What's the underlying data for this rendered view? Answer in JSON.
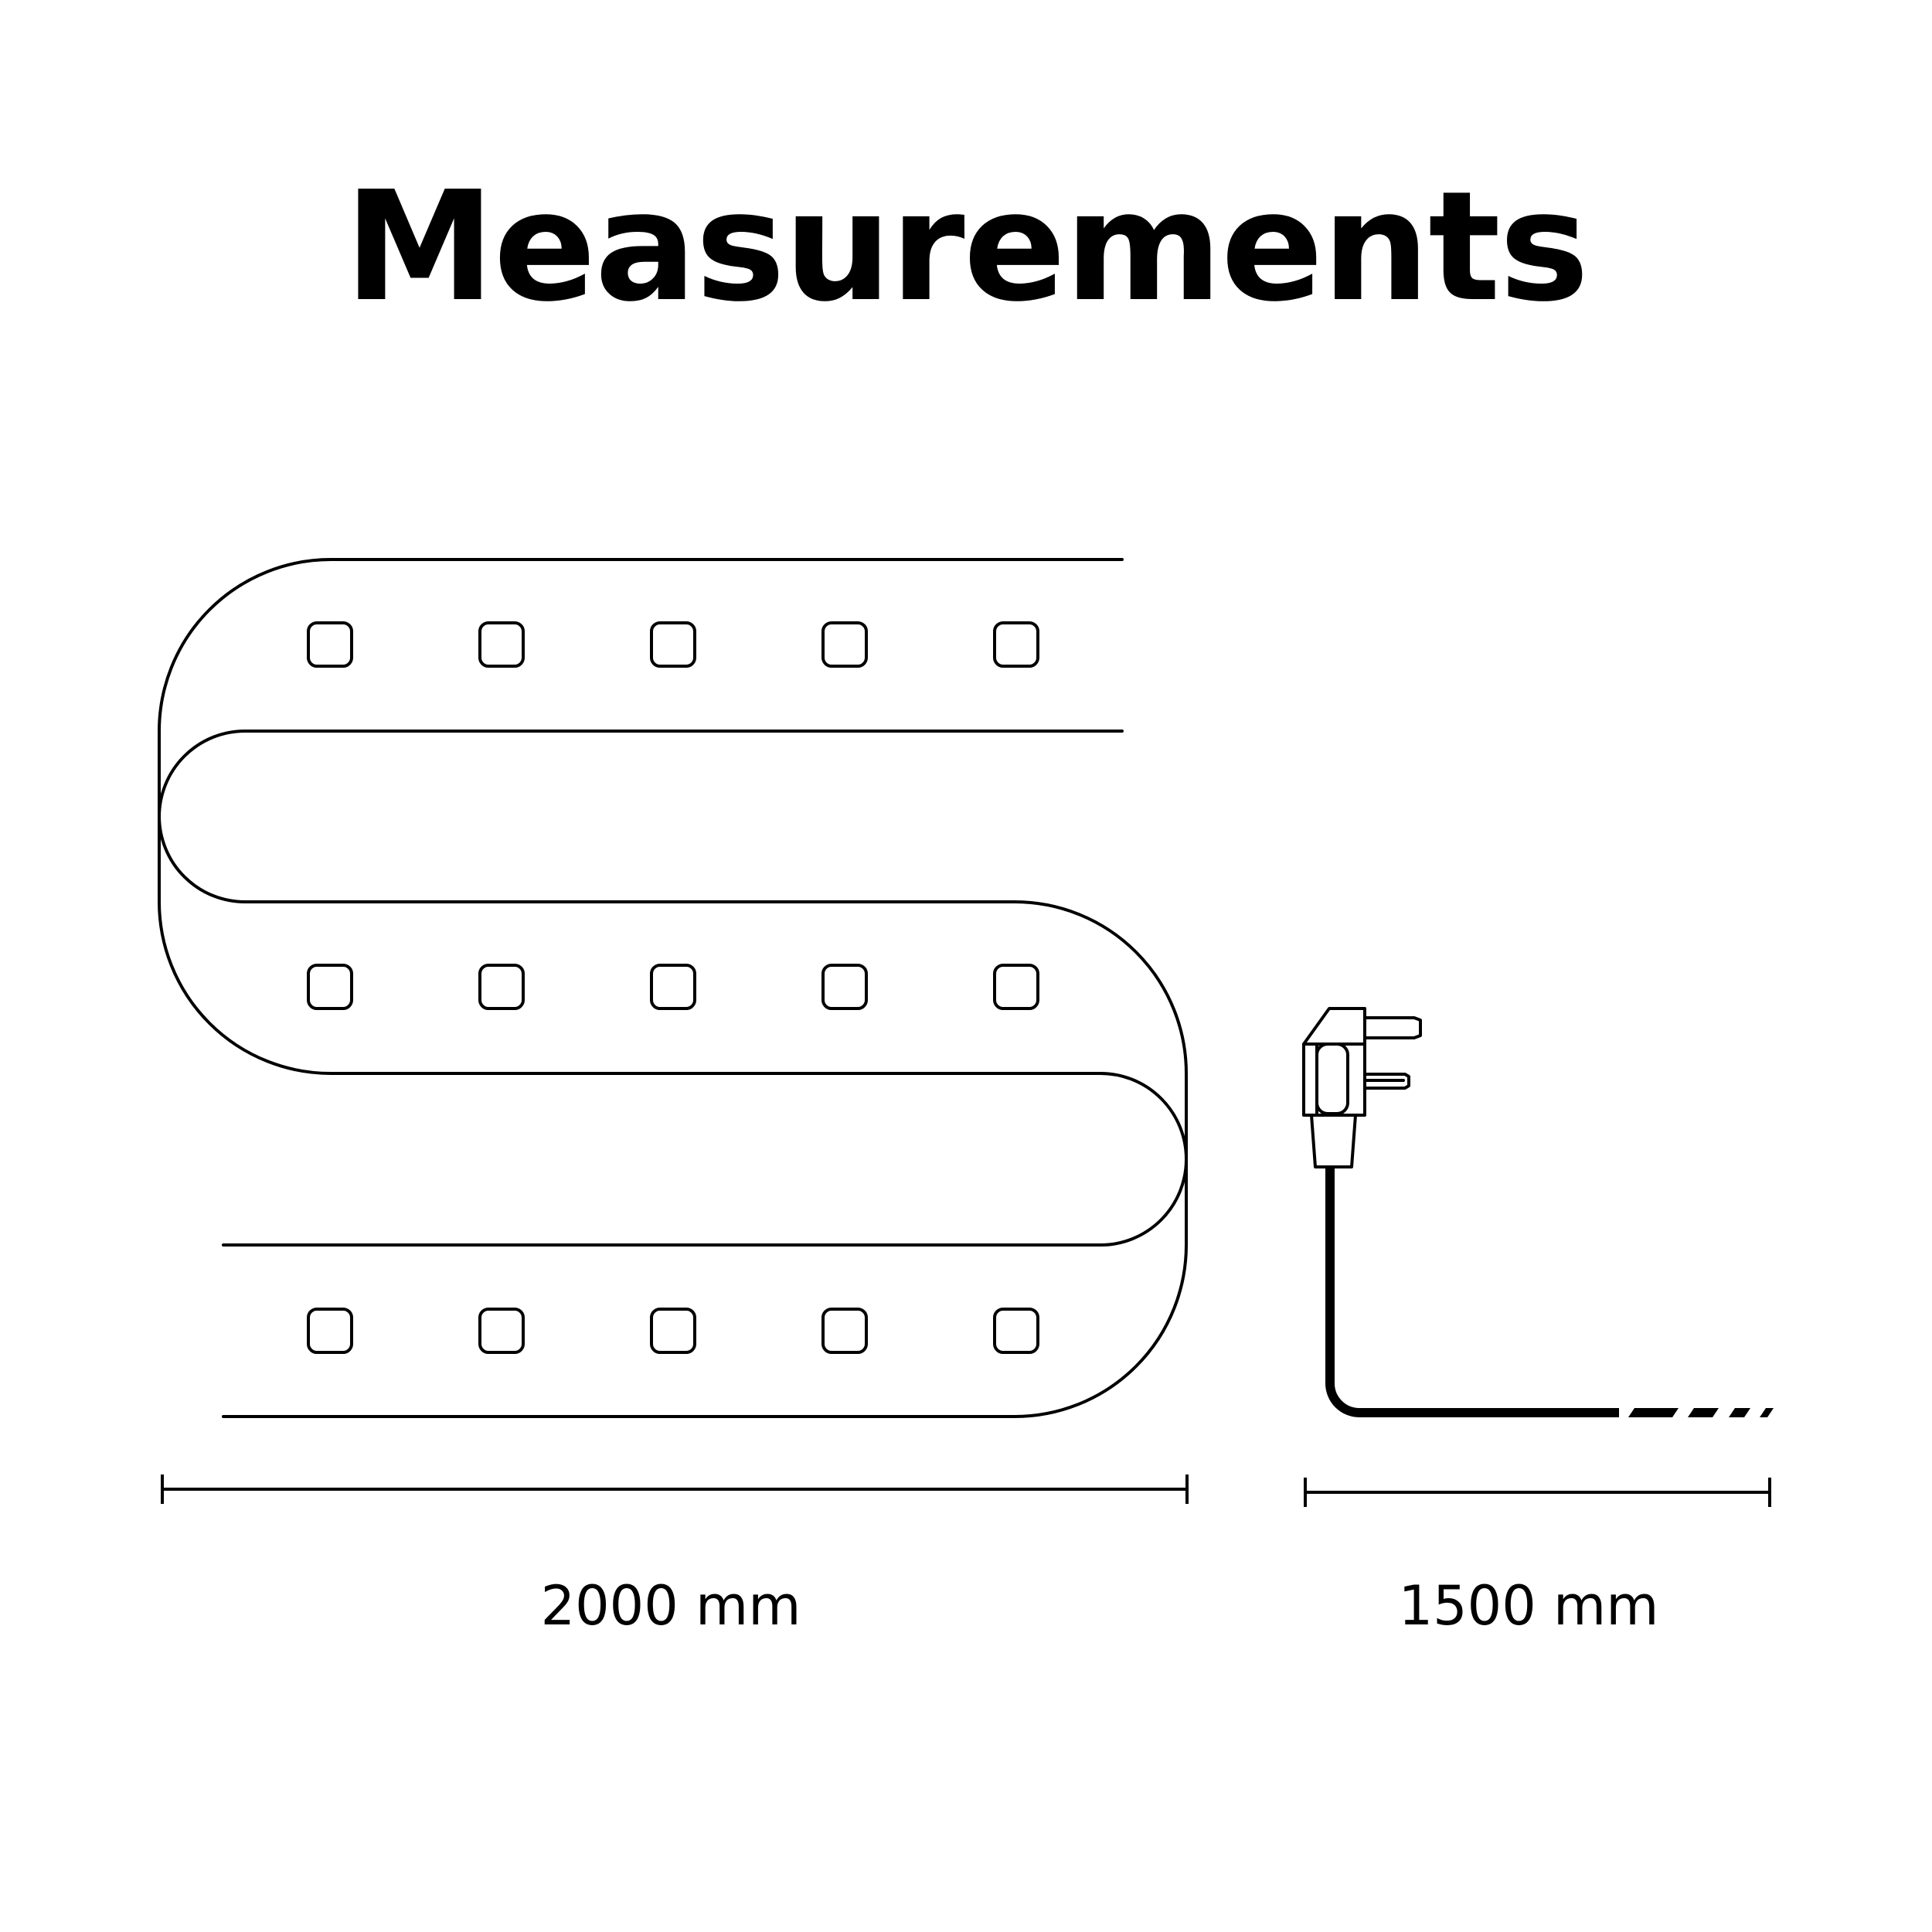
{
  "title": "Measurements",
  "colors": {
    "line": "#000000",
    "background": "#ffffff"
  },
  "dimensions": {
    "strip_length": "2000 mm",
    "cable_length": "1500 mm"
  },
  "strip": {
    "rows": 3,
    "leds_per_row": 5
  },
  "icons": {
    "plug": "plug-icon"
  }
}
